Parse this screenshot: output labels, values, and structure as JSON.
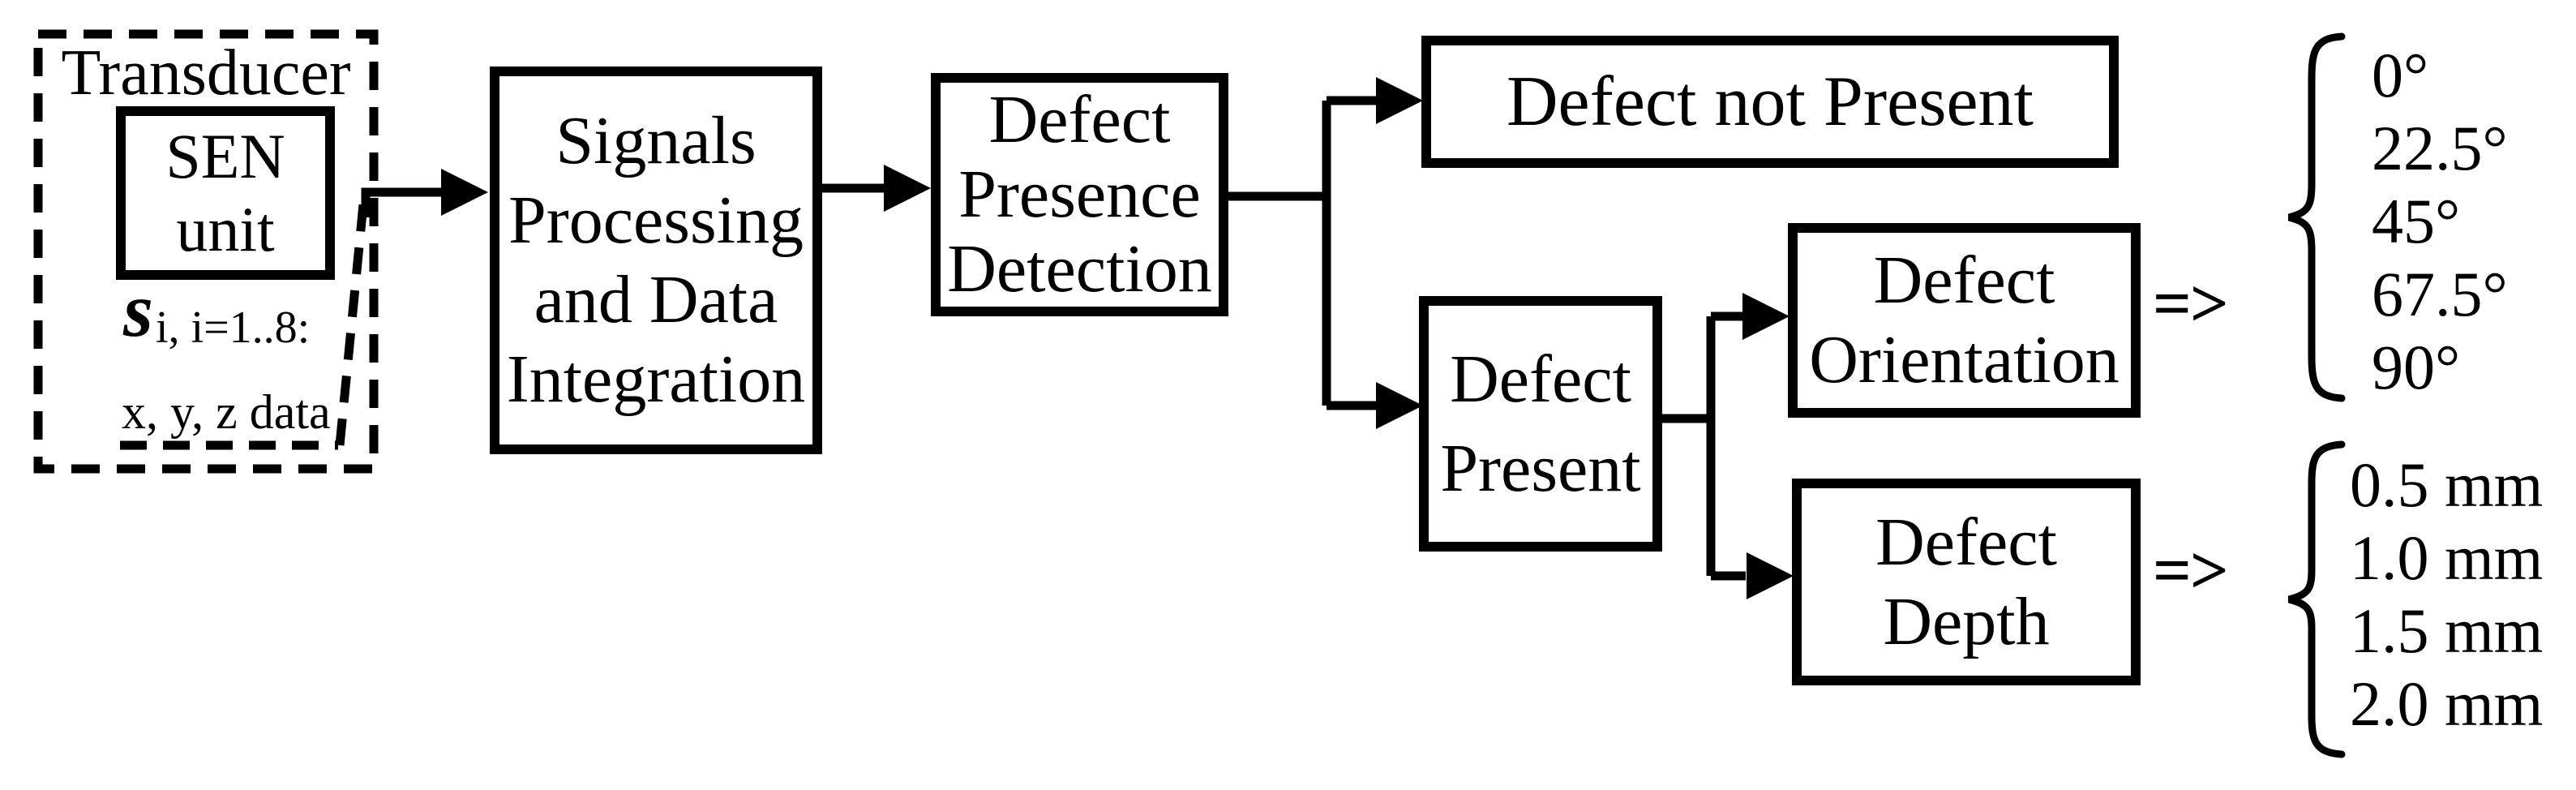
{
  "colors": {
    "ink": "#000000",
    "background": "#ffffff"
  },
  "transducer": {
    "title": "Transducer",
    "sen_unit_lines": [
      "SEN",
      "unit"
    ],
    "signal_symbol": "s",
    "signal_subscript": "i, i=1..8:",
    "signal_data_label": "x, y, z data"
  },
  "processing_box": {
    "lines": [
      "Signals",
      "Processing",
      "and Data",
      "Integration"
    ]
  },
  "detection_box": {
    "lines": [
      "Defect",
      "Presence",
      "Detection"
    ]
  },
  "not_present_box": {
    "label": "Defect not Present"
  },
  "present_box": {
    "lines": [
      "Defect",
      "Present"
    ]
  },
  "orientation_box": {
    "lines": [
      "Defect",
      "Orientation"
    ]
  },
  "orientation_result": {
    "arrow": "=>",
    "values": [
      "0°",
      "22.5°",
      "45°",
      "67.5°",
      "90°"
    ]
  },
  "depth_box": {
    "lines": [
      "Defect",
      "Depth"
    ]
  },
  "depth_result": {
    "arrow": "=>",
    "values": [
      "0.5 mm",
      "1.0 mm",
      "1.5 mm",
      "2.0 mm"
    ]
  }
}
